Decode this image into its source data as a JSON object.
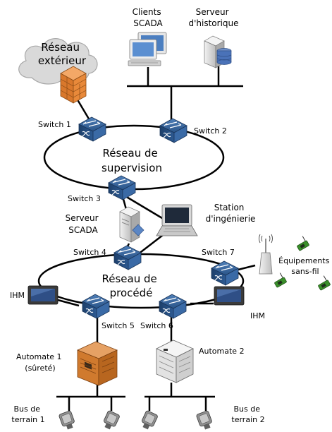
{
  "labels": {
    "clients_scada": [
      "Clients",
      "SCADA"
    ],
    "serveur_historique": [
      "Serveur",
      "d'historique"
    ],
    "reseau_exterieur": [
      "Réseau",
      "extérieur"
    ],
    "switch1": "Switch 1",
    "switch2": "Switch 2",
    "reseau_supervision": [
      "Réseau de",
      "supervision"
    ],
    "switch3": "Switch 3",
    "serveur_scada": [
      "Serveur",
      "SCADA"
    ],
    "station_ingenierie": [
      "Station",
      "d'ingénierie"
    ],
    "switch4": "Switch 4",
    "switch7": "Switch 7",
    "equipements_sans_fil": [
      "Équipements",
      "sans-fil"
    ],
    "reseau_procede": [
      "Réseau de",
      "procédé"
    ],
    "ihm_left": "IHM",
    "ihm_right": "IHM",
    "switch5": "Switch 5",
    "switch6": "Switch 6",
    "automate1": [
      "Automate 1",
      "(sûreté)"
    ],
    "automate2": "Automate 2",
    "bus1": [
      "Bus de",
      "terrain 1"
    ],
    "bus2": [
      "Bus de",
      "terrain 2"
    ]
  },
  "colors": {
    "switch_fill": "#2e5f9a",
    "firewall": "#e08a3c",
    "cloud": "#d9d9d9",
    "plc1": "#d07a2e",
    "plc2": "#e8e8e8",
    "hmi_screen": "#2f4f86",
    "wireless_device": "#3a8f2a"
  }
}
